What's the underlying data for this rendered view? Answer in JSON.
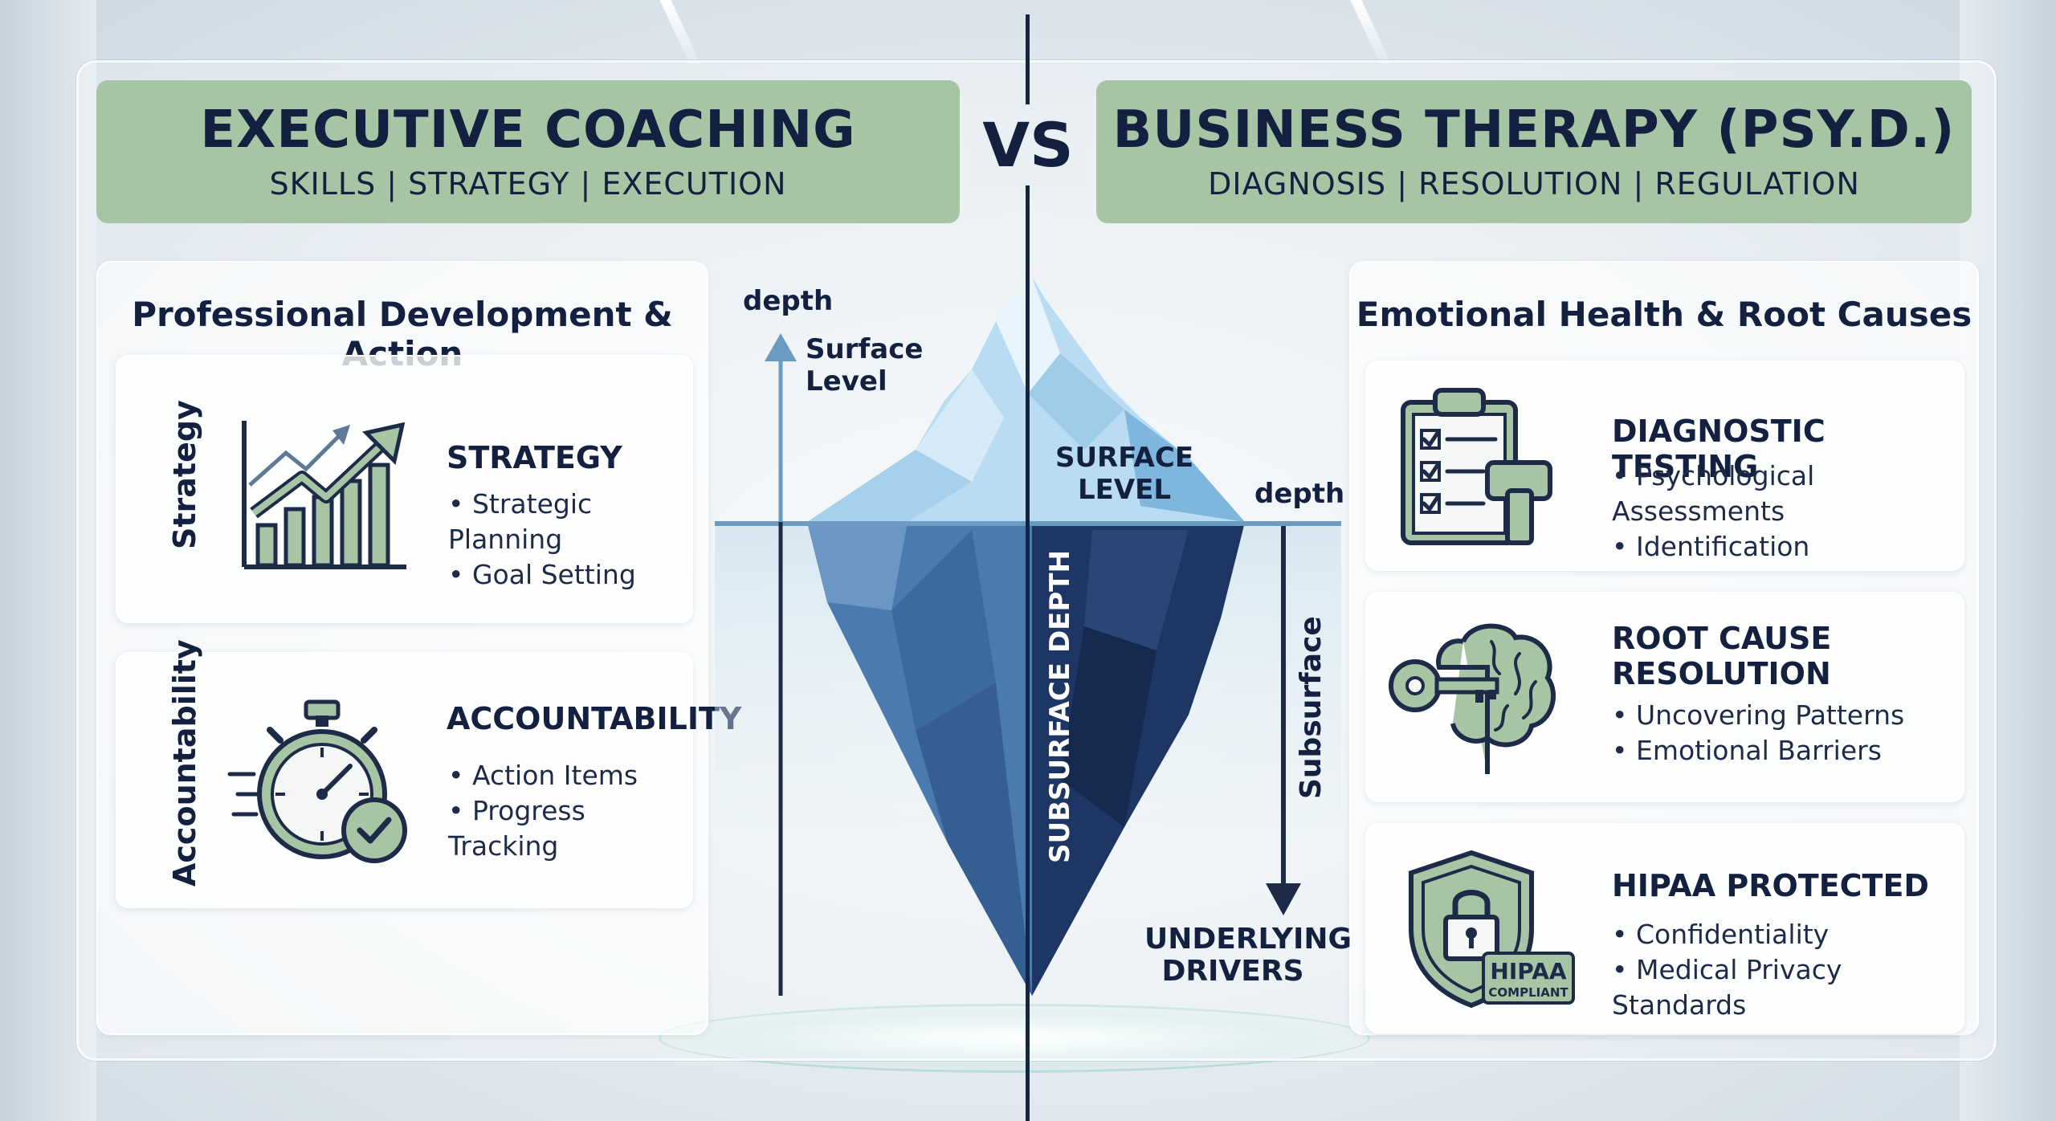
{
  "left_banner": {
    "title": "EXECUTIVE COACHING",
    "subtitle": "SKILLS | STRATEGY | EXECUTION"
  },
  "vs_label": "VS",
  "right_banner": {
    "title": "BUSINESS THERAPY (PSY.D.)",
    "subtitle": "DIAGNOSIS | RESOLUTION | REGULATION"
  },
  "left_panel": {
    "title": "Professional Development & Action",
    "cards": [
      {
        "side_label": "Strategy",
        "heading": "STRATEGY",
        "items": [
          "Strategic Planning",
          "Goal Setting"
        ],
        "icon": "growth-chart-icon"
      },
      {
        "side_label": "Accountability",
        "heading": "ACCOUNTABILITY",
        "items": [
          "Action Items",
          "Progress Tracking"
        ],
        "icon": "stopwatch-check-icon"
      }
    ]
  },
  "right_panel": {
    "title": "Emotional Health & Root Causes",
    "cards": [
      {
        "heading": "DIAGNOSTIC TESTING",
        "items": [
          "Psychological Assessments",
          "Identification"
        ],
        "icon": "clipboard-scanner-icon"
      },
      {
        "heading": "ROOT CAUSE RESOLUTION",
        "heading_lines": [
          "ROOT CAUSE",
          "RESOLUTION"
        ],
        "items": [
          "Uncovering Patterns",
          "Emotional Barriers"
        ],
        "icon": "brain-key-icon"
      },
      {
        "heading": "HIPAA PROTECTED",
        "items": [
          "Confidentiality",
          "Medical Privacy Standards"
        ],
        "icon": "shield-lock-icon",
        "badge": [
          "HIPAA",
          "COMPLIANT"
        ]
      }
    ]
  },
  "iceberg": {
    "left_axis": {
      "label": "depth",
      "arrow_label": [
        "Surface",
        "Level"
      ]
    },
    "surface_label": [
      "SURFACE",
      "LEVEL"
    ],
    "right_axis": {
      "label": "depth",
      "vertical_label": "Subsurface"
    },
    "subsurface_label": "SUBSURFACE DEPTH",
    "bottom_label": [
      "UNDERLYING",
      "DRIVERS"
    ]
  },
  "colors": {
    "accent_green": "#a7c4a4",
    "navy": "#13203f",
    "ice_light": "#b9dcf2",
    "ice_deep": "#2c4f86"
  }
}
